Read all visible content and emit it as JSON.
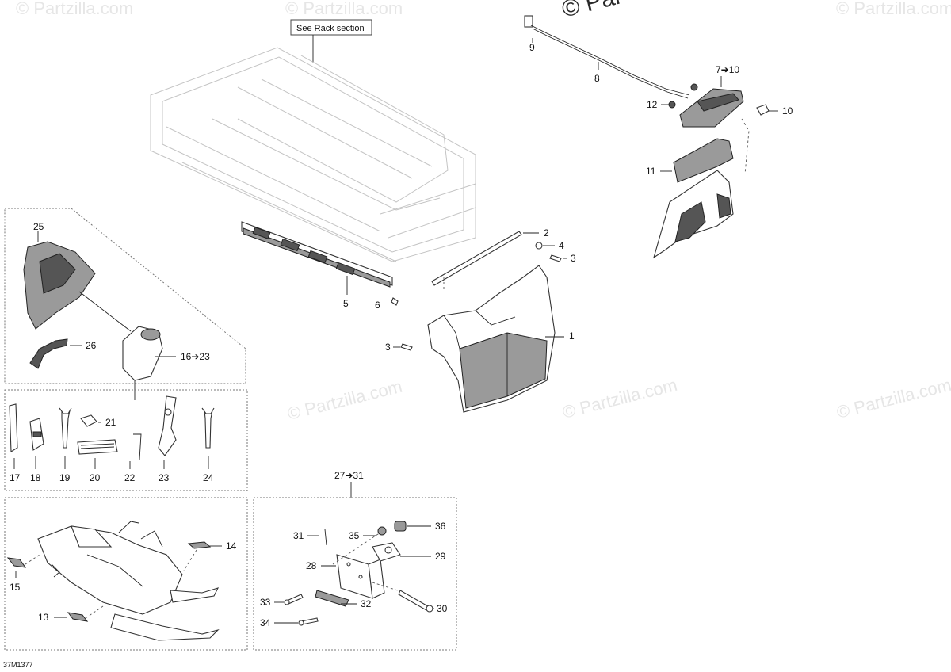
{
  "watermarks": {
    "text": "© Partzilla.com",
    "corner": "© Par"
  },
  "callout_note": "See Rack section",
  "labels": {
    "l1": "1",
    "l2": "2",
    "l3a": "3",
    "l3b": "3",
    "l4": "4",
    "l5": "5",
    "l6": "6",
    "l7_10": "7➔10",
    "l8": "8",
    "l9": "9",
    "l10": "10",
    "l11": "11",
    "l12": "12",
    "l13": "13",
    "l14": "14",
    "l15": "15",
    "l16_23": "16➔23",
    "l17": "17",
    "l18": "18",
    "l19": "19",
    "l20": "20",
    "l21": "21",
    "l22": "22",
    "l23": "23",
    "l24": "24",
    "l25": "25",
    "l26": "26",
    "l27_31": "27➔31",
    "l28": "28",
    "l29": "29",
    "l30": "30",
    "l31": "31",
    "l32": "32",
    "l33": "33",
    "l34": "34",
    "l35": "35",
    "l36": "36"
  },
  "diagram_code": "37M1377"
}
